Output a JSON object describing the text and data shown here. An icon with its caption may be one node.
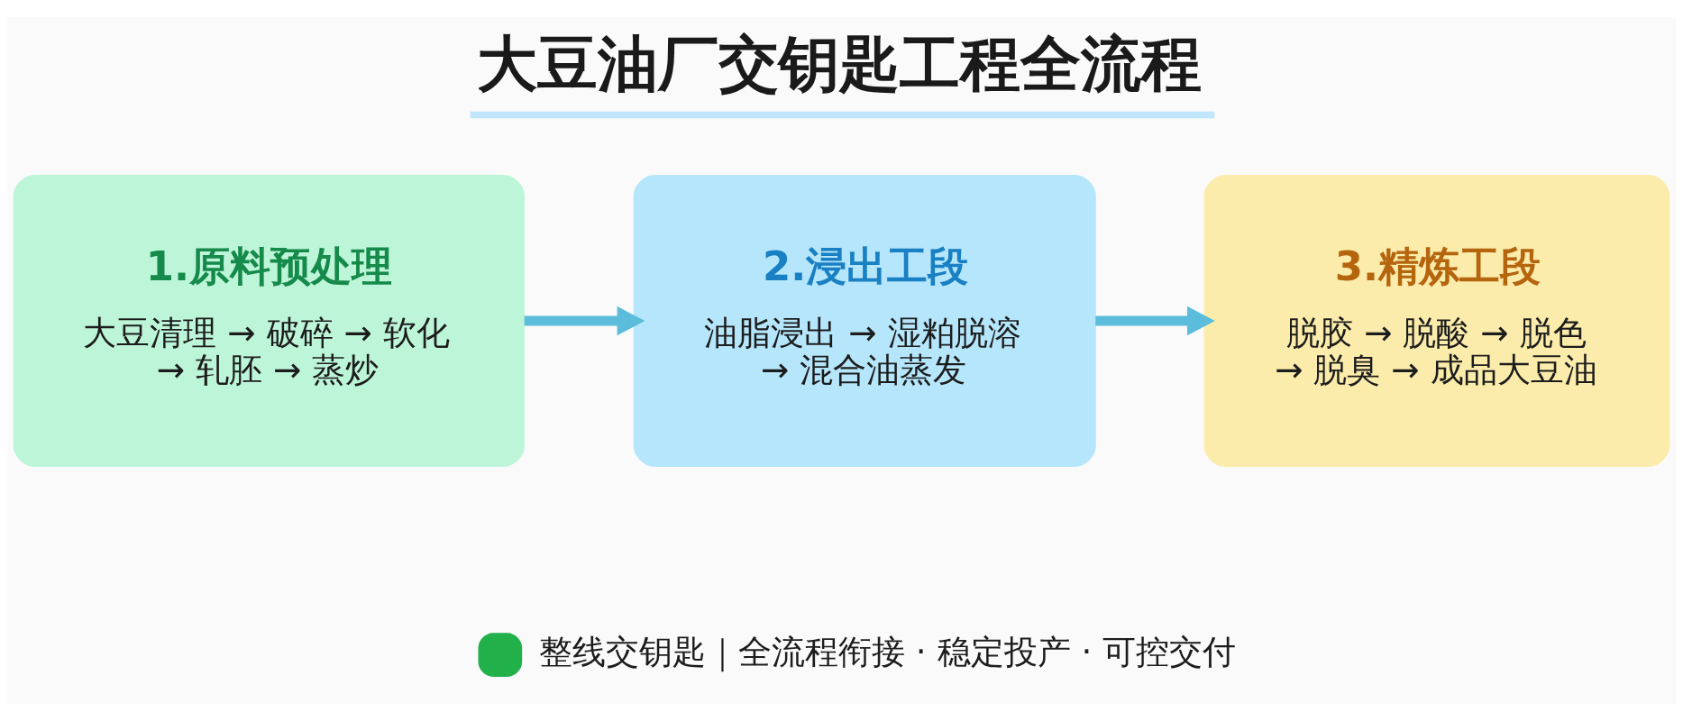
{
  "diagram": {
    "title": "大豆油厂交钥匙工程全流程",
    "caption": "整线交钥匙｜全流程衔接 · 稳定投产 · 可控交付",
    "nodes": [
      {
        "text": [
          "1.原料预处理",
          "大豆清理 → 破碎 → 软化 → 轧胚 → 蒸炒"
        ]
      },
      {
        "text": [
          "2.浸出工段",
          "油脂浸出 → 湿粕脱溶 → 混合油蒸发"
        ]
      },
      {
        "text": [
          "3.精炼工段",
          "脱胶 → 脱酸 → 脱色 → 脱臭 → 成品大豆油"
        ]
      }
    ],
    "edges": [
      {
        "from": 0,
        "to": 1,
        "arrow": "to"
      },
      {
        "from": 1,
        "to": 2,
        "arrow": "to"
      }
    ]
  }
}
